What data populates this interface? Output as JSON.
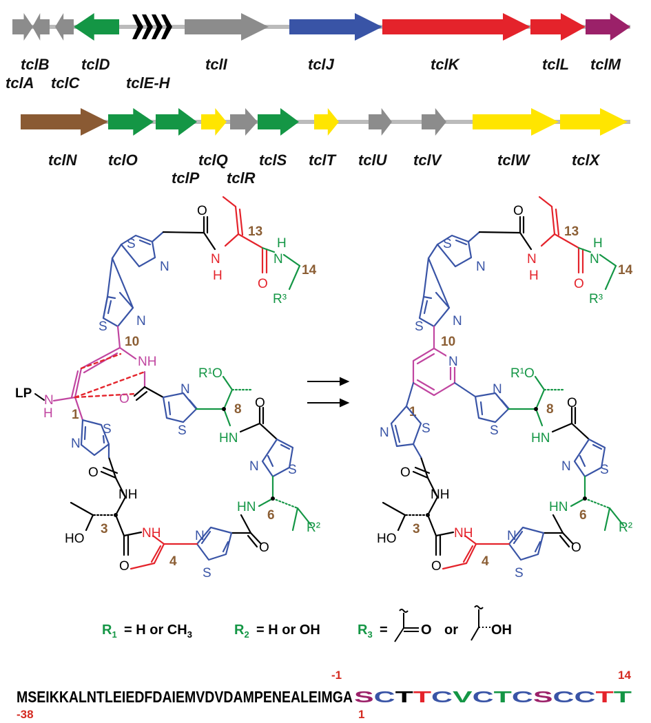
{
  "colors": {
    "gray": "#8c8c8c",
    "green": "#149645",
    "black": "#000000",
    "blue": "#3954a6",
    "red": "#e4232b",
    "purple": "#9b2169",
    "brown": "#8a5a33",
    "yellow": "#ffe500",
    "magenta": "#c045a0",
    "label_brown": "#8b5e34",
    "position_red": "#d42a20"
  },
  "gene_cluster": {
    "row1": [
      {
        "name": "tclA",
        "color": "gray"
      },
      {
        "name": "tclB",
        "color": "gray"
      },
      {
        "name": "tclC",
        "color": "gray"
      },
      {
        "name": "tclD",
        "color": "green"
      },
      {
        "name": "tclE-H",
        "color": "black"
      },
      {
        "name": "tclI",
        "color": "gray"
      },
      {
        "name": "tclJ",
        "color": "blue"
      },
      {
        "name": "tclK",
        "color": "red"
      },
      {
        "name": "tclL",
        "color": "red"
      },
      {
        "name": "tclM",
        "color": "purple"
      }
    ],
    "row2": [
      {
        "name": "tclN",
        "color": "brown"
      },
      {
        "name": "tclO",
        "color": "green"
      },
      {
        "name": "tclP",
        "color": "green"
      },
      {
        "name": "tclQ",
        "color": "yellow"
      },
      {
        "name": "tclR",
        "color": "gray"
      },
      {
        "name": "tclS",
        "color": "green"
      },
      {
        "name": "tclT",
        "color": "yellow"
      },
      {
        "name": "tclU",
        "color": "gray"
      },
      {
        "name": "tclV",
        "color": "gray"
      },
      {
        "name": "tclW",
        "color": "yellow"
      },
      {
        "name": "tclX",
        "color": "yellow"
      }
    ]
  },
  "structures": {
    "atoms": {
      "S": "S",
      "N": "N",
      "NH": "NH",
      "HN": "HN",
      "H": "H",
      "O": "O",
      "HO": "HO",
      "LP": "LP"
    },
    "substituents": {
      "R1O": "R¹O",
      "R2": "R²",
      "R3": "R³"
    },
    "residue_numbers": {
      "n1": "1",
      "n3": "3",
      "n4": "4",
      "n6": "6",
      "n8": "8",
      "n10": "10",
      "n13": "13",
      "n14": "14"
    }
  },
  "r_groups": {
    "r1_label": "R",
    "r1_sub": "1",
    "r1_value": "= H or CH",
    "r1_value_sub": "3",
    "r2_label": "R",
    "r2_sub": "2",
    "r2_value": "= H or OH",
    "r3_label": "R",
    "r3_sub": "3",
    "r3_equals": "=",
    "r3_or": "or",
    "r3_o": "O",
    "r3_oh": "OH"
  },
  "sequence": {
    "leader": "MSEIKKALNTLEIEDFDAIEMVDVDAMPENEALEIMGA",
    "core": [
      {
        "aa": "S",
        "color": "purple"
      },
      {
        "aa": "C",
        "color": "blue"
      },
      {
        "aa": "T",
        "color": "black"
      },
      {
        "aa": "T",
        "color": "red"
      },
      {
        "aa": "C",
        "color": "blue"
      },
      {
        "aa": "V",
        "color": "green"
      },
      {
        "aa": "C",
        "color": "blue"
      },
      {
        "aa": "T",
        "color": "green"
      },
      {
        "aa": "C",
        "color": "blue"
      },
      {
        "aa": "S",
        "color": "purple"
      },
      {
        "aa": "C",
        "color": "blue"
      },
      {
        "aa": "C",
        "color": "blue"
      },
      {
        "aa": "T",
        "color": "red"
      },
      {
        "aa": "T",
        "color": "green"
      }
    ],
    "positions": {
      "minus1": "-1",
      "minus38": "-38",
      "plus1": "1",
      "plus14": "14"
    }
  }
}
